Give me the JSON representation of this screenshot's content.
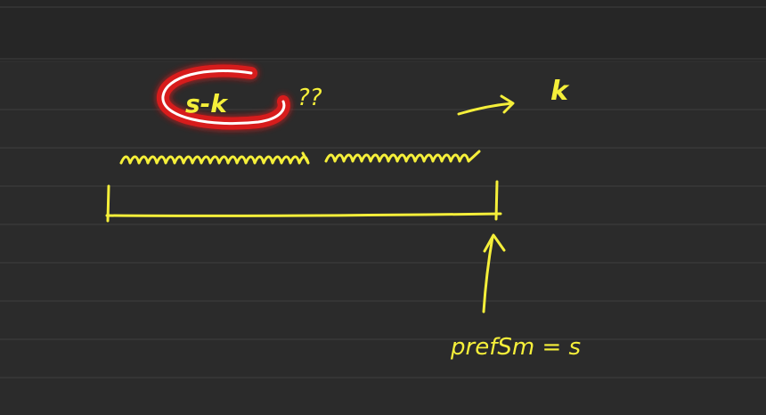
{
  "notes": {
    "highlighted_expression": "s-k",
    "question_marks": "??",
    "right_label": "k",
    "bottom_label": "prefSm = s"
  },
  "colors": {
    "background": "#2b2b2b",
    "ruled_line": "#3d3d3d",
    "ink": "#f5ef3a",
    "highlight_glow": "#e11d1d",
    "highlight_core": "#ffffff"
  }
}
